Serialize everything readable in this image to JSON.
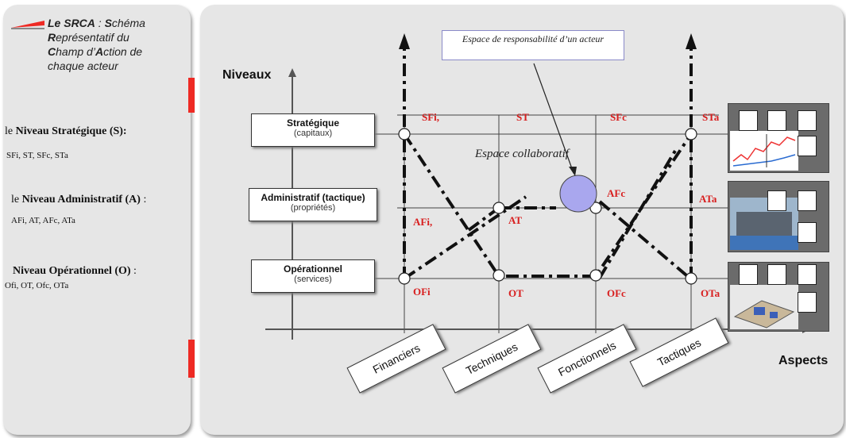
{
  "left": {
    "title_lines": [
      {
        "bold": "Le SRCA",
        "rest": " : "
      },
      {
        "bold": "S",
        "rest": "chéma"
      },
      {
        "bold": "R",
        "rest": "eprésentatif du"
      },
      {
        "bold": "C",
        "rest": "hamp d’"
      },
      {
        "bold": "",
        "rest": "chaque acteur"
      }
    ],
    "title_line4_bold2": "A",
    "title_line4_rest2": "ction de",
    "strategic": {
      "prefix": "le ",
      "bold": "Niveau Stratégique (S):",
      "items": "SFi, ST, SFc, STa"
    },
    "admin": {
      "prefix": "le ",
      "bold": "Niveau Administratif (A)",
      "suffix": " :",
      "items": "AFi, AT, AFc, ATa"
    },
    "oper": {
      "bold": "Niveau Opérationnel (O)",
      "suffix": " :",
      "items": "Ofi, OT, Ofc, OTa"
    }
  },
  "diagram": {
    "y_axis_label": "Niveaux",
    "x_axis_label": "Aspects",
    "levels": [
      {
        "title": "Stratégique",
        "sub": "(capitaux)"
      },
      {
        "title": "Administratif (tactique)",
        "sub": "(propriétés)"
      },
      {
        "title": "Opérationnel",
        "sub": "(services)"
      }
    ],
    "aspects": [
      "Financiers",
      "Techniques",
      "Fonctionnels",
      "Tactiques"
    ],
    "cells": {
      "sfi": "SFi,",
      "st": "ST",
      "sfc": "SFc",
      "sta": "STa",
      "afi": "AFi,",
      "at": "AT",
      "afc": "AFc",
      "ata": "ATa",
      "ofi": "OFi",
      "ot": "OT",
      "ofc": "OFc",
      "ota": "OTa"
    },
    "callout": "Espace de responsabilité d’un acteur",
    "collab": "Espace collaboratif"
  },
  "colors": {
    "accent": "#ee2a24",
    "cell_label": "#d81e1e",
    "actor_circle": "#a9a7ee"
  }
}
